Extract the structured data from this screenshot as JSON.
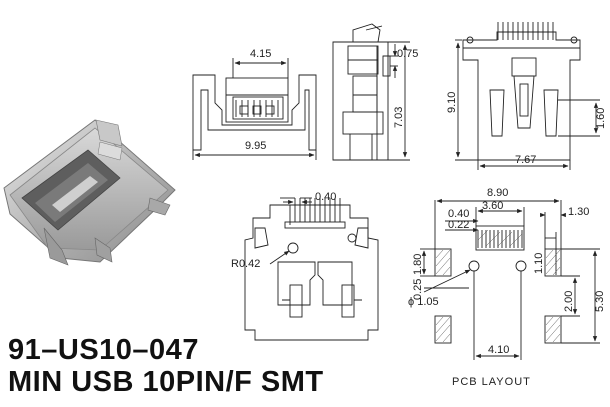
{
  "part_number": "91–US10–047",
  "description": "MIN USB 10PIN/F SMT",
  "photo": {
    "icon": "mini-usb-connector-photo"
  },
  "front_view": {
    "top_width": "4.15",
    "overall_width": "9.95"
  },
  "side_view": {
    "tab": "0.75",
    "height": "7.03"
  },
  "top_view": {
    "depth": "9.10",
    "width": "7.67",
    "right_detail": "1.60"
  },
  "bottom_view": {
    "pitch": "0.40",
    "radius": "R0.42"
  },
  "pcb_layout": {
    "caption": "PCB LAYOUT",
    "overall": "8.90",
    "pad_span": "3.60",
    "pitch": "0.40",
    "pad_width": "0.22",
    "right_offset": "1.30",
    "left_height": "1.80",
    "left_small": "0.25",
    "hole_dia": "ϕ 1.05",
    "pad_length": "1.10",
    "pad_height": "2.00",
    "right_height": "5.30",
    "hole_spacing": "4.10"
  }
}
